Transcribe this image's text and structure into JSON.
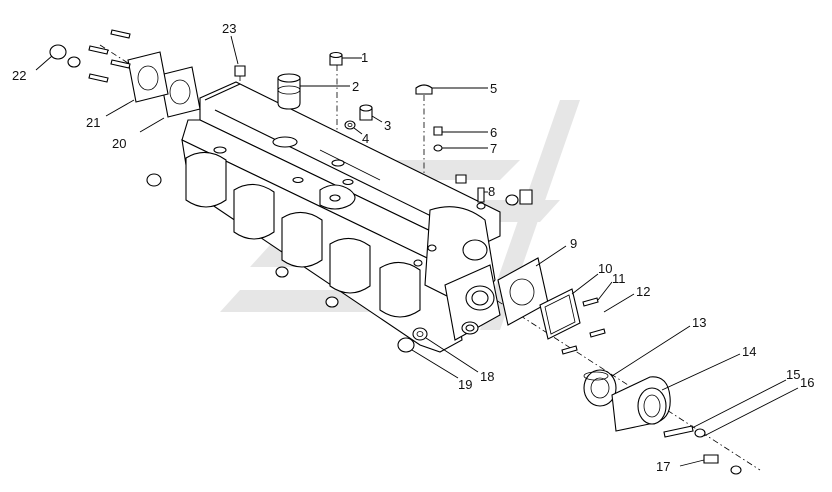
{
  "callouts": [
    {
      "n": "1",
      "text": "1"
    },
    {
      "n": "2",
      "text": "2"
    },
    {
      "n": "3",
      "text": "3"
    },
    {
      "n": "4",
      "text": "4"
    },
    {
      "n": "5",
      "text": "5"
    },
    {
      "n": "6",
      "text": "6"
    },
    {
      "n": "7",
      "text": "7"
    },
    {
      "n": "8",
      "text": "8"
    },
    {
      "n": "9",
      "text": "9"
    },
    {
      "n": "10",
      "text": "10"
    },
    {
      "n": "11",
      "text": "11"
    },
    {
      "n": "12",
      "text": "12"
    },
    {
      "n": "13",
      "text": "13"
    },
    {
      "n": "14",
      "text": "14"
    },
    {
      "n": "15",
      "text": "15"
    },
    {
      "n": "16",
      "text": "16"
    },
    {
      "n": "17",
      "text": "17"
    },
    {
      "n": "18",
      "text": "18"
    },
    {
      "n": "19",
      "text": "19"
    },
    {
      "n": "20",
      "text": "20"
    },
    {
      "n": "21",
      "text": "21"
    },
    {
      "n": "22",
      "text": "22"
    },
    {
      "n": "23",
      "text": "23"
    }
  ]
}
